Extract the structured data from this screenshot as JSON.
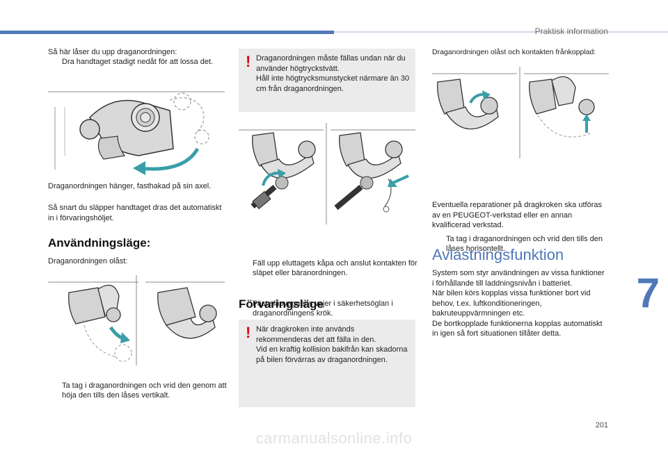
{
  "header": {
    "section_title": "Praktisk information"
  },
  "chapter_number": "7",
  "page_number": "201",
  "watermark": "carmanualsonline.info",
  "colors": {
    "accent": "#4f78b8",
    "warning": "#e2001a",
    "arrow": "#3a9ea8"
  },
  "bullet_symbol": "",
  "col1": {
    "intro": "Så här låser du upp draganordningen:",
    "bullet1": "Dra handtaget stadigt nedåt för att lossa det.",
    "para1": "Draganordningen hänger, fasthakad på sin axel.",
    "para2": "Så snart du släpper handtaget dras det automatiskt in i förvaringshöljet.",
    "heading": "Användningsläge:",
    "sub": "Draganordningen olåst:",
    "bullet2": "Ta tag i draganordningen och vrid den genom att höja den tills den låses vertikalt."
  },
  "col2": {
    "warning1": "Draganordningen måste fällas undan när du använder högtryckstvätt.\nHåll inte högtrycksmunstycket närmare än 30 cm från draganordningen.",
    "bullet1": "Fäll upp eluttagets kåpa och anslut kontakten för släpet eller bäranordningen.",
    "bullet2": "Fäst släpvagnens vajer i säkerhetsöglan i draganordningens krök.",
    "heading": "Förvaringsläge",
    "warning2": "När dragkroken inte används rekommenderas det att fälla in den.\nVid en kraftig kollision bakifrån kan skadorna på bilen förvärras av draganordningen."
  },
  "col3": {
    "caption": "Draganordningen olåst och kontakten frånkopplad:",
    "bullet1": "Ta tag i draganordningen och vrid den tills den låses horisontellt.",
    "para1": "Eventuella reparationer på dragkroken ska utföras av en PEUGEOT-verkstad eller en annan kvalificerad verkstad.",
    "heading": "Avlastningsfunktion",
    "para2": "System som styr användningen av vissa funktioner i förhållande till laddningsnivån i batteriet.\nNär bilen körs kopplas vissa funktioner bort vid behov, t.ex. luftkonditioneringen, bakruteuppvärmningen etc.\nDe bortkopplade funktionerna kopplas automatiskt in igen så fort situationen tillåter detta."
  }
}
